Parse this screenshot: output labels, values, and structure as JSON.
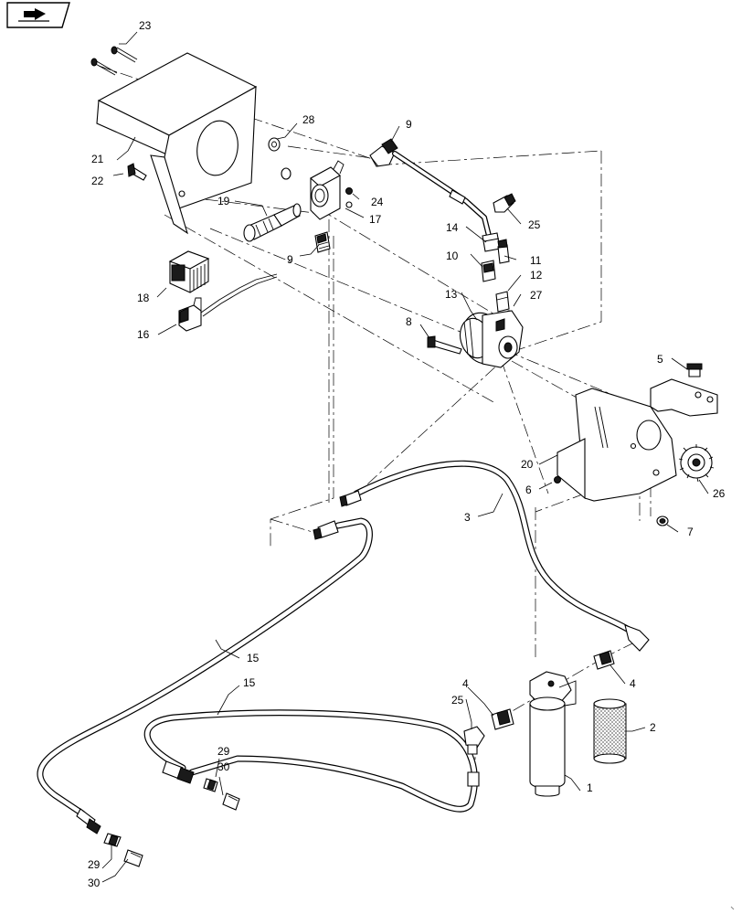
{
  "callouts": [
    "23",
    "21",
    "22",
    "28",
    "9",
    "24",
    "17",
    "19",
    "9",
    "18",
    "16",
    "14",
    "10",
    "11",
    "12",
    "13",
    "27",
    "8",
    "25",
    "5",
    "20",
    "6",
    "26",
    "7",
    "3",
    "15",
    "15",
    "4",
    "4",
    "25",
    "2",
    "1",
    "29",
    "30",
    "29",
    "30"
  ],
  "icons": {
    "page_corner": "page-corner-arrow-icon",
    "parts": [
      "shield-bracket",
      "solenoid-valve",
      "solenoid-coil",
      "electrical-connector",
      "fitting",
      "elbow-fitting",
      "tube",
      "hydraulic-pump",
      "drive-sprocket",
      "mounting-bracket",
      "hydraulic-hose",
      "oil-filter-housing",
      "filter-element",
      "bolt",
      "nut",
      "plug"
    ]
  }
}
